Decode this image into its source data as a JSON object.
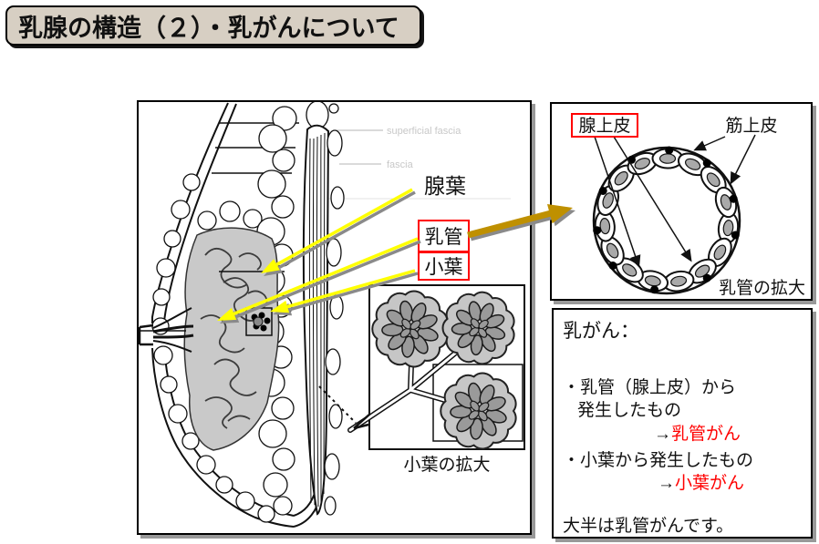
{
  "title": "乳腺の構造（２）・乳がんについて",
  "colors": {
    "accent_red": "#ff0000",
    "arrow_yellow": "#ffff00",
    "arrow_gold": "#bf9000",
    "title_bg": "#d7cfc3",
    "panel_shadow": "#999999"
  },
  "left_panel": {
    "label_lobe": "腺葉",
    "label_duct": "乳管",
    "label_lobule": "小葉",
    "inset_caption": "小葉の拡大",
    "ghost_text_1": "superficial fascia",
    "ghost_text_2": "fascia"
  },
  "duct_panel": {
    "label_gland_epithelium": "腺上皮",
    "label_myoepithelium": "筋上皮",
    "caption": "乳管の拡大"
  },
  "cancer_panel": {
    "heading": "乳がん：",
    "bullet1_line1": "・乳管（腺上皮）から",
    "bullet1_line2": "発生したもの",
    "arrow1": "→",
    "result1": "乳管がん",
    "bullet2_line1": "・小葉から発生したもの",
    "arrow2": "→",
    "result2": "小葉がん",
    "footer": "大半は乳管がんです。"
  }
}
